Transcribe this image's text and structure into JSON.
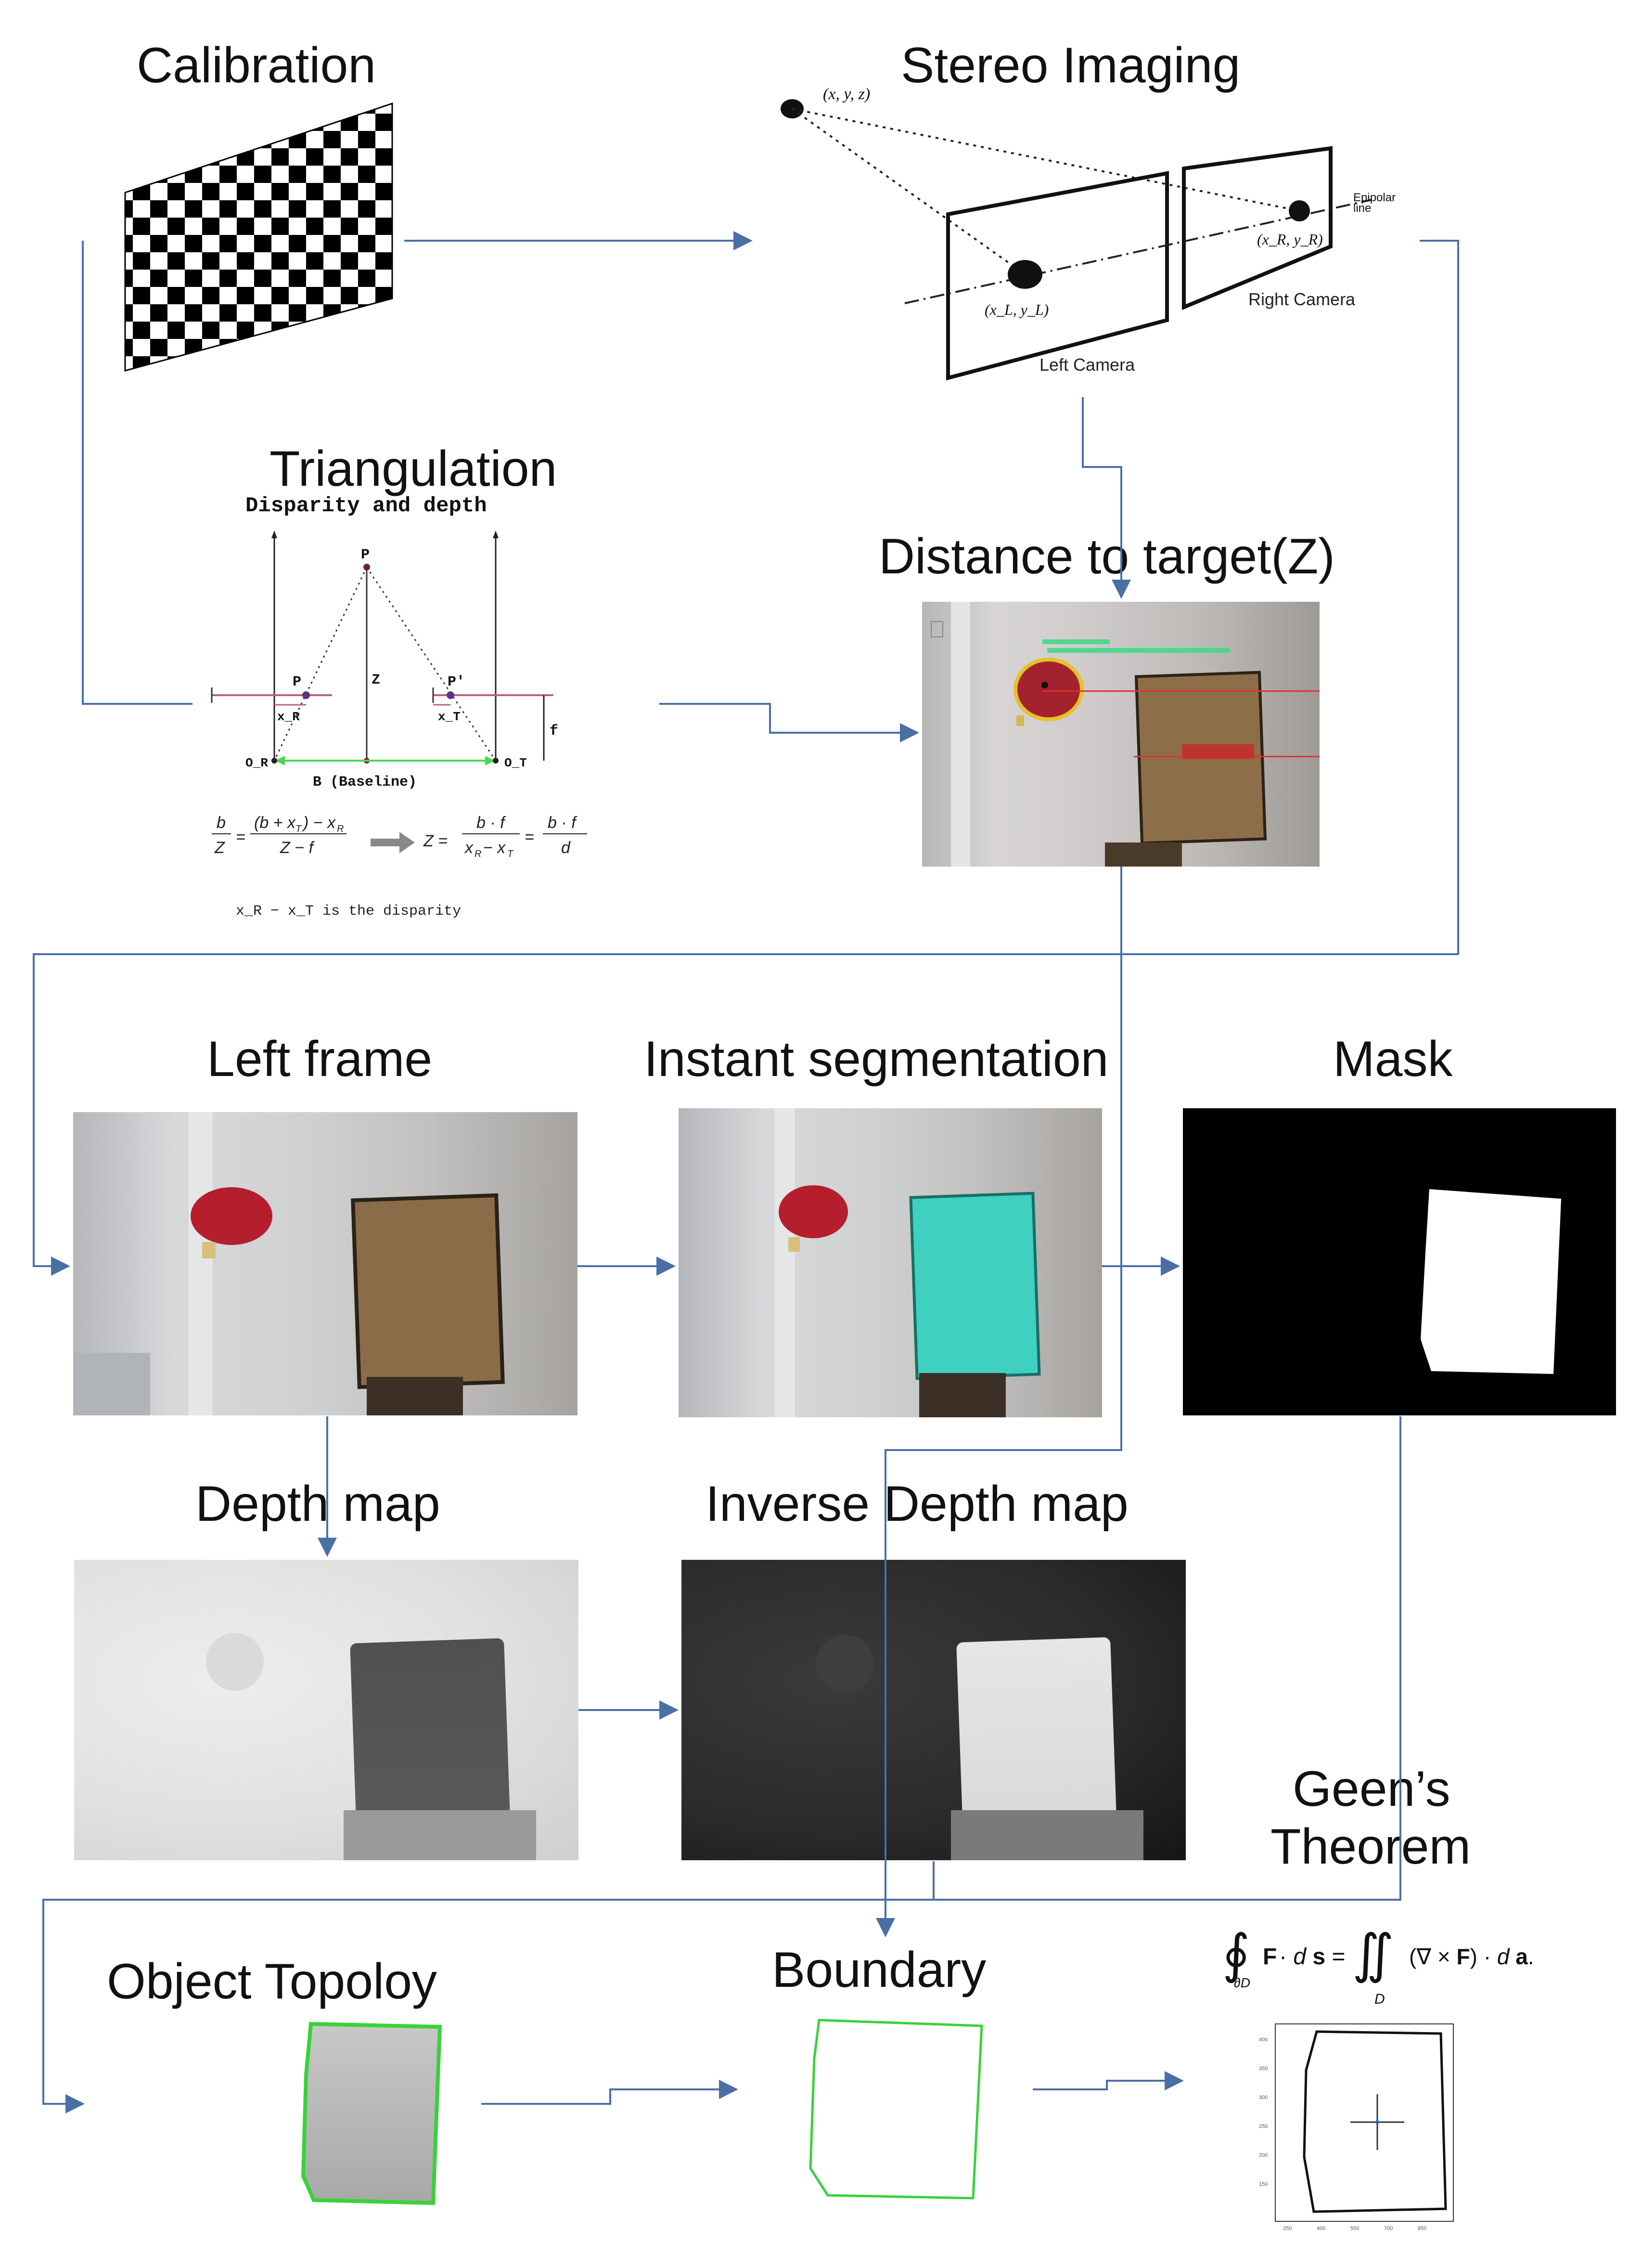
{
  "titles": {
    "calibration": "Calibration",
    "stereo": "Stereo Imaging",
    "triangulation": "Triangulation",
    "distance": "Distance to target(Z)",
    "left_frame": "Left frame",
    "segmentation": "Instant segmentation",
    "mask": "Mask",
    "depth_map": "Depth map",
    "inverse_depth": "Inverse Depth map",
    "greens_line1": "Geen’s",
    "greens_line2": "Theorem",
    "object_topology": "Object Topoloy",
    "boundary": "Boundary"
  },
  "stereo": {
    "point_label": "(x, y, z)",
    "epipolar": "Epipolar",
    "epipolar2": "line",
    "left_pt": "(x_L, y_L)",
    "right_pt": "(x_R, y_R)",
    "left_cam": "Left Camera",
    "right_cam": "Right Camera"
  },
  "triangulation": {
    "subtitle": "Disparity and depth",
    "P": "P",
    "p_left": "P",
    "p_right": "P′",
    "z": "Z",
    "f": "f",
    "xr": "x_R",
    "xt": "x_T",
    "or": "O_R",
    "ot": "O_T",
    "baseline": "B (Baseline)",
    "disparity_note": "x_R − x_T  is the disparity"
  },
  "colors": {
    "arrow": "#4a6fa5",
    "green_outline": "#3ad13a",
    "segment_cyan": "#3fd0c0"
  },
  "icons": {
    "arrow": "arrow-icon"
  }
}
